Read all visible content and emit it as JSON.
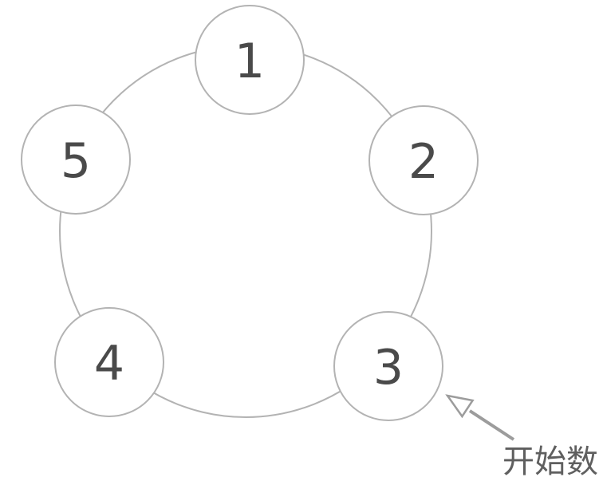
{
  "diagram": {
    "type": "circular-counting-diagram",
    "nodes": [
      {
        "id": "node-1",
        "label": "1"
      },
      {
        "id": "node-2",
        "label": "2"
      },
      {
        "id": "node-3",
        "label": "3"
      },
      {
        "id": "node-4",
        "label": "4"
      },
      {
        "id": "node-5",
        "label": "5"
      }
    ],
    "node_order_clockwise": [
      "1",
      "2",
      "3",
      "4",
      "5"
    ],
    "annotation": {
      "text": "开始数",
      "target_node": "3"
    },
    "colors": {
      "background": "#ffffff",
      "ring_stroke": "#b3b3b3",
      "node_stroke": "#b3b3b3",
      "node_fill": "#ffffff",
      "label_color": "#4a4a4a",
      "arrow_color": "#9c9c9c",
      "arrowhead_fill": "#ffffff",
      "annotation_color": "#5f5f5f"
    }
  }
}
